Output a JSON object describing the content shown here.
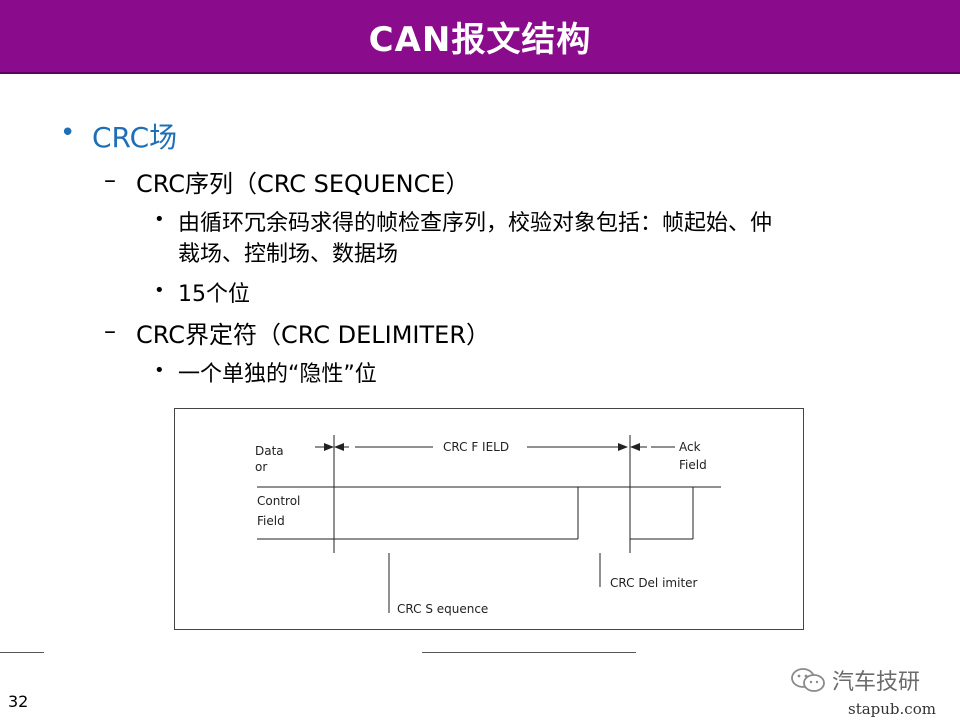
{
  "slide": {
    "title": "CAN报文结构",
    "page_number": "32"
  },
  "outline": {
    "level1": {
      "bullet": "•",
      "text": "CRC场"
    },
    "items": [
      {
        "dash": "–",
        "text": "CRC序列（CRC SEQUENCE）",
        "subitems": [
          {
            "bullet": "•",
            "lines": [
              "由循环冗余码求得的帧检查序列，校验对象包括：帧起始、仲",
              "裁场、控制场、数据场"
            ]
          },
          {
            "bullet": "•",
            "lines": [
              "15个位"
            ]
          }
        ]
      },
      {
        "dash": "–",
        "text": "CRC界定符（CRC DELIMITER）",
        "subitems": [
          {
            "bullet": "•",
            "lines": [
              "一个单独的“隐性”位"
            ]
          }
        ]
      }
    ]
  },
  "diagram": {
    "labels": {
      "data_or_1": "Data",
      "data_or_2": "or",
      "control_1": "Control",
      "control_2": "Field",
      "crc_field": "CRC F IELD",
      "ack_1": "Ack",
      "ack_2": "Field",
      "crc_delimiter": "CRC Del imiter",
      "crc_sequence": "CRC S equence"
    }
  },
  "watermark": {
    "text": "汽车技研",
    "icon": "wechat-icon",
    "site": "stapub.com"
  },
  "colors": {
    "title_bar": "#8a0c8c",
    "level1_text": "#1f6fb5",
    "body_text": "#000000"
  }
}
